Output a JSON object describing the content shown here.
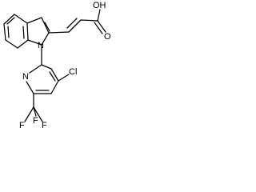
{
  "molecule": {
    "atoms": {
      "oh": "OH",
      "o": "O",
      "n_indole": "N",
      "n_pyridine": "N",
      "cl": "Cl",
      "f_top": "F",
      "f_left": "F",
      "f_right": "F"
    }
  }
}
